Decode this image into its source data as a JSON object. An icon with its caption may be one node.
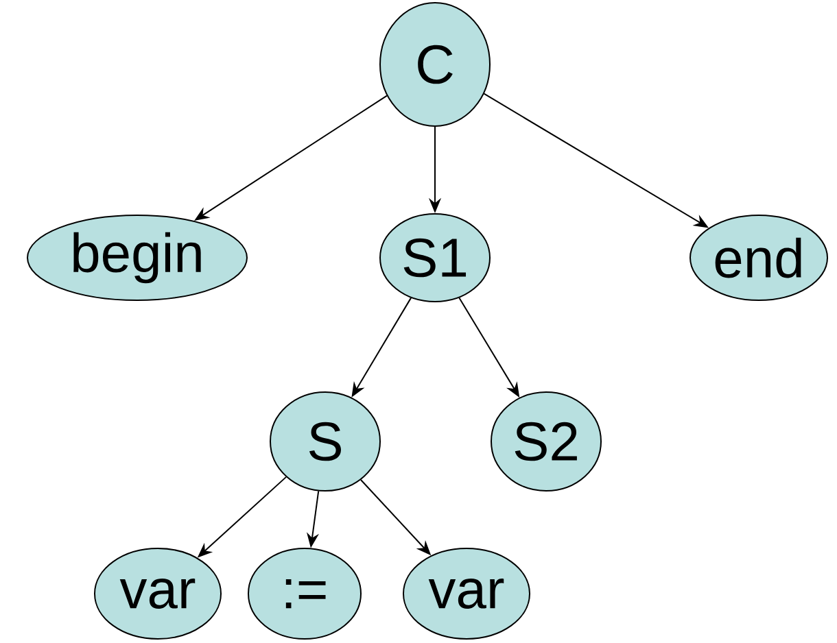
{
  "diagram": {
    "nodes": [
      {
        "text": [
          "C"
        ]
      },
      {
        "text": [
          "begin"
        ]
      },
      {
        "text": [
          "S1"
        ]
      },
      {
        "text": [
          "end"
        ]
      },
      {
        "text": [
          "S"
        ]
      },
      {
        "text": [
          "S2"
        ]
      },
      {
        "text": [
          "var"
        ]
      },
      {
        "text": [
          ":="
        ]
      },
      {
        "text": [
          "var"
        ]
      }
    ],
    "edges": [
      {
        "from": 0,
        "to": 1,
        "arrow": "to"
      },
      {
        "from": 0,
        "to": 2,
        "arrow": "to"
      },
      {
        "from": 0,
        "to": 3,
        "arrow": "to"
      },
      {
        "from": 2,
        "to": 4,
        "arrow": "to"
      },
      {
        "from": 2,
        "to": 5,
        "arrow": "to"
      },
      {
        "from": 4,
        "to": 6,
        "arrow": "to"
      },
      {
        "from": 4,
        "to": 7,
        "arrow": "to"
      },
      {
        "from": 4,
        "to": 8,
        "arrow": "to"
      }
    ]
  }
}
